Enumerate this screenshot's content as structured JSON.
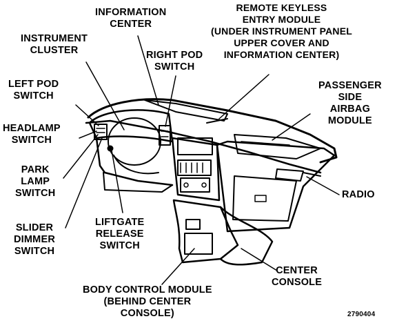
{
  "figure_id": "2790404",
  "labels": {
    "information_center": [
      "INFORMATION",
      "CENTER"
    ],
    "remote_keyless": [
      "REMOTE KEYLESS",
      "ENTRY MODULE",
      "(UNDER INSTRUMENT PANEL",
      "UPPER COVER AND",
      "INFORMATION CENTER)"
    ],
    "instrument_cluster": [
      "INSTRUMENT",
      "CLUSTER"
    ],
    "right_pod_switch": [
      "RIGHT POD",
      "SWITCH"
    ],
    "left_pod_switch": [
      "LEFT POD",
      "SWITCH"
    ],
    "passenger_airbag": [
      "PASSENGER",
      "SIDE",
      "AIRBAG",
      "MODULE"
    ],
    "headlamp_switch": [
      "HEADLAMP",
      "SWITCH"
    ],
    "park_lamp_switch": [
      "PARK",
      "LAMP",
      "SWITCH"
    ],
    "radio": [
      "RADIO"
    ],
    "slider_dimmer_switch": [
      "SLIDER",
      "DIMMER",
      "SWITCH"
    ],
    "liftgate_release_switch": [
      "LIFTGATE",
      "RELEASE",
      "SWITCH"
    ],
    "center_console": [
      "CENTER",
      "CONSOLE"
    ],
    "body_control_module": [
      "BODY CONTROL MODULE",
      "(BEHIND CENTER",
      "CONSOLE)"
    ]
  }
}
